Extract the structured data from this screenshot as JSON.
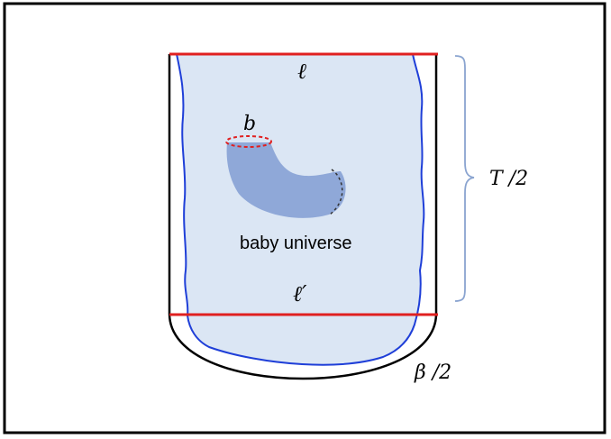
{
  "labels": {
    "ell": "ℓ",
    "b": "b",
    "baby_universe": "baby universe",
    "ell_prime": "ℓ′",
    "T_half": "T /2",
    "beta_half": "β /2"
  },
  "colors": {
    "frame": "#000000",
    "boundary": "#000000",
    "slice": "#e02020",
    "region_fill": "#dbe6f4",
    "region_edge": "#1f3fd8",
    "baby_universe": "#8fa8d8",
    "brace": "#8aa4d0"
  }
}
